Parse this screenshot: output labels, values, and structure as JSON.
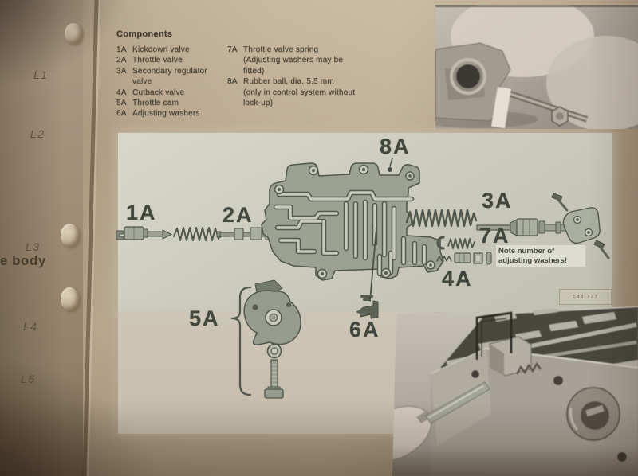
{
  "binder": {
    "margin_tabs": [
      {
        "label": "L1"
      },
      {
        "label": "L2"
      },
      {
        "label": "L3"
      },
      {
        "label": "L4"
      },
      {
        "label": "L5"
      }
    ],
    "margin_section_partial": "e body"
  },
  "components": {
    "heading": "Components",
    "col1": [
      {
        "id": "1A",
        "name": "Kickdown valve"
      },
      {
        "id": "2A",
        "name": "Throttle valve"
      },
      {
        "id": "3A",
        "name": "Secondary regulator valve"
      },
      {
        "id": "4A",
        "name": "Cutback valve"
      },
      {
        "id": "5A",
        "name": "Throttle cam"
      },
      {
        "id": "6A",
        "name": "Adjusting washers"
      }
    ],
    "col2": [
      {
        "id": "7A",
        "text": "Throttle valve spring"
      },
      {
        "id": "",
        "text": "(Adjusting washers may be"
      },
      {
        "id": "",
        "text": "fitted)"
      },
      {
        "id": "8A",
        "text": "Rubber ball, dia. 5.5 mm"
      },
      {
        "id": "",
        "text": "(only in control system without"
      },
      {
        "id": "",
        "text": "lock-up)"
      }
    ]
  },
  "diagram": {
    "callouts": [
      {
        "label": "1A"
      },
      {
        "label": "2A"
      },
      {
        "label": "3A"
      },
      {
        "label": "4A"
      },
      {
        "label": "5A"
      },
      {
        "label": "6A"
      },
      {
        "label": "7A"
      },
      {
        "label": "8A"
      }
    ],
    "note_line1": "Note number of",
    "note_line2": "adjusting washers!",
    "figure_number": "148 327"
  },
  "colors": {
    "page_tan": "#b9a78f",
    "left_page_tan": "#a28f7a",
    "diagram_background": "#cccec2",
    "diagram_ink": "#49524a",
    "photo_gray": "#9b9890"
  }
}
